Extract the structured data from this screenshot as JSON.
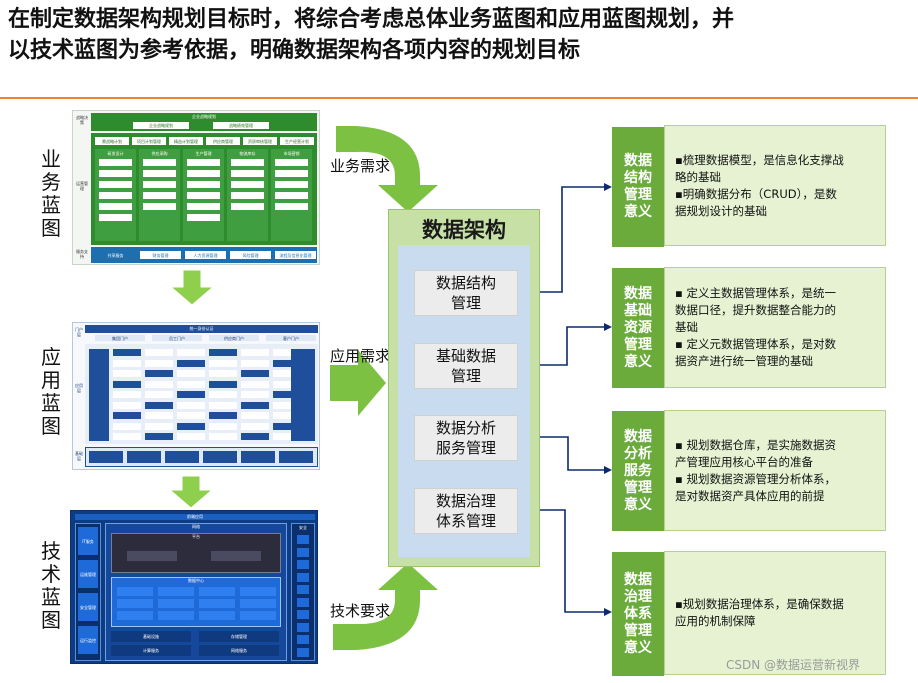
{
  "header": {
    "title_line1": "在制定数据架构规划目标时，将综合考虑总体业务蓝图和应用蓝图规划，并",
    "title_line2": "以技术蓝图为参考依据，明确数据架构各项内容的规划目标"
  },
  "blueprints": {
    "business": {
      "label": "业务蓝图",
      "row_labels": [
        "战略决策",
        "运营管理",
        "服务支持"
      ],
      "top_bar": "企业战略规划",
      "top_items": [
        "企业战略规划",
        "战略绩效管理"
      ],
      "mid_items": [
        "需战略计划",
        "项目计划管理",
        "精益计划管理",
        "供应商管理",
        "资质审核管理",
        "生产经营计划"
      ],
      "columns": [
        "研发设计",
        "供应采购",
        "生产管理",
        "物流库存",
        "市场营销"
      ],
      "bottom_items": [
        "共享服务",
        "财务管理",
        "人力资源管理",
        "风险管理",
        "流程及信息化管理"
      ]
    },
    "application": {
      "label": "应用蓝图",
      "portal_label": "门户层",
      "row_labels": [
        "应用层",
        "基础层"
      ],
      "top_items": [
        "集团门户",
        "员工门户",
        "供应商门户",
        "客户门户"
      ],
      "bar_title": "统一身份认证"
    },
    "technology": {
      "label": "技术蓝图",
      "top_bar": "前端应用",
      "network": "网络",
      "platform": "平台",
      "data_center": "数据中心",
      "left_col": [
        "IT服务",
        "运维管理",
        "安全管理",
        "运行监控"
      ],
      "right_col": [
        "安全"
      ],
      "bottom_items": [
        "基础设施",
        "存储管理",
        "计算服务",
        "网络服务"
      ]
    }
  },
  "requirements": {
    "business": "业务需求",
    "application": "应用需求",
    "technology": "技术要求"
  },
  "center": {
    "title": "数据架构",
    "modules": [
      {
        "line1": "数据结构",
        "line2": "管理"
      },
      {
        "line1": "基础数据",
        "line2": "管理"
      },
      {
        "line1": "数据分析",
        "line2": "服务管理"
      },
      {
        "line1": "数据治理",
        "line2": "体系管理"
      }
    ]
  },
  "goals": [
    {
      "tag": [
        "数据",
        "结构",
        "管理",
        "意义"
      ],
      "lines": [
        "▪梳理数据模型，是信息化支撑战",
        "略的基础",
        "▪明确数据分布（CRUD），是数",
        "据规划设计的基础"
      ]
    },
    {
      "tag": [
        "数据",
        "基础",
        "资源",
        "管理",
        "意义"
      ],
      "lines": [
        "▪ 定义主数据管理体系，是统一",
        "数据口径，提升数据整合能力的",
        "基础",
        "▪ 定义元数据管理体系，是对数",
        "据资产进行统一管理的基础"
      ]
    },
    {
      "tag": [
        "数据",
        "分析",
        "服务",
        "管理",
        "意义"
      ],
      "lines": [
        "▪ 规划数据仓库，是实施数据资",
        "产管理应用核心平台的准备",
        "▪ 规划数据资源管理分析体系，",
        "是对数据资产具体应用的前提"
      ]
    },
    {
      "tag": [
        "数据",
        "治理",
        "体系",
        "管理",
        "意义"
      ],
      "lines": [
        "▪规划数据治理体系，是确保数据",
        "应用的机制保障"
      ]
    }
  ],
  "watermark": "CSDN @数据运营新视界",
  "colors": {
    "accent_orange": "#e8813a",
    "tag_green": "#6aab3c",
    "box_green": "#e6f2d2",
    "center_green": "#c6e0a6",
    "center_blue": "#c9dcef",
    "arrow_green": "#7dc142",
    "connector_navy": "#0b2a6f"
  }
}
